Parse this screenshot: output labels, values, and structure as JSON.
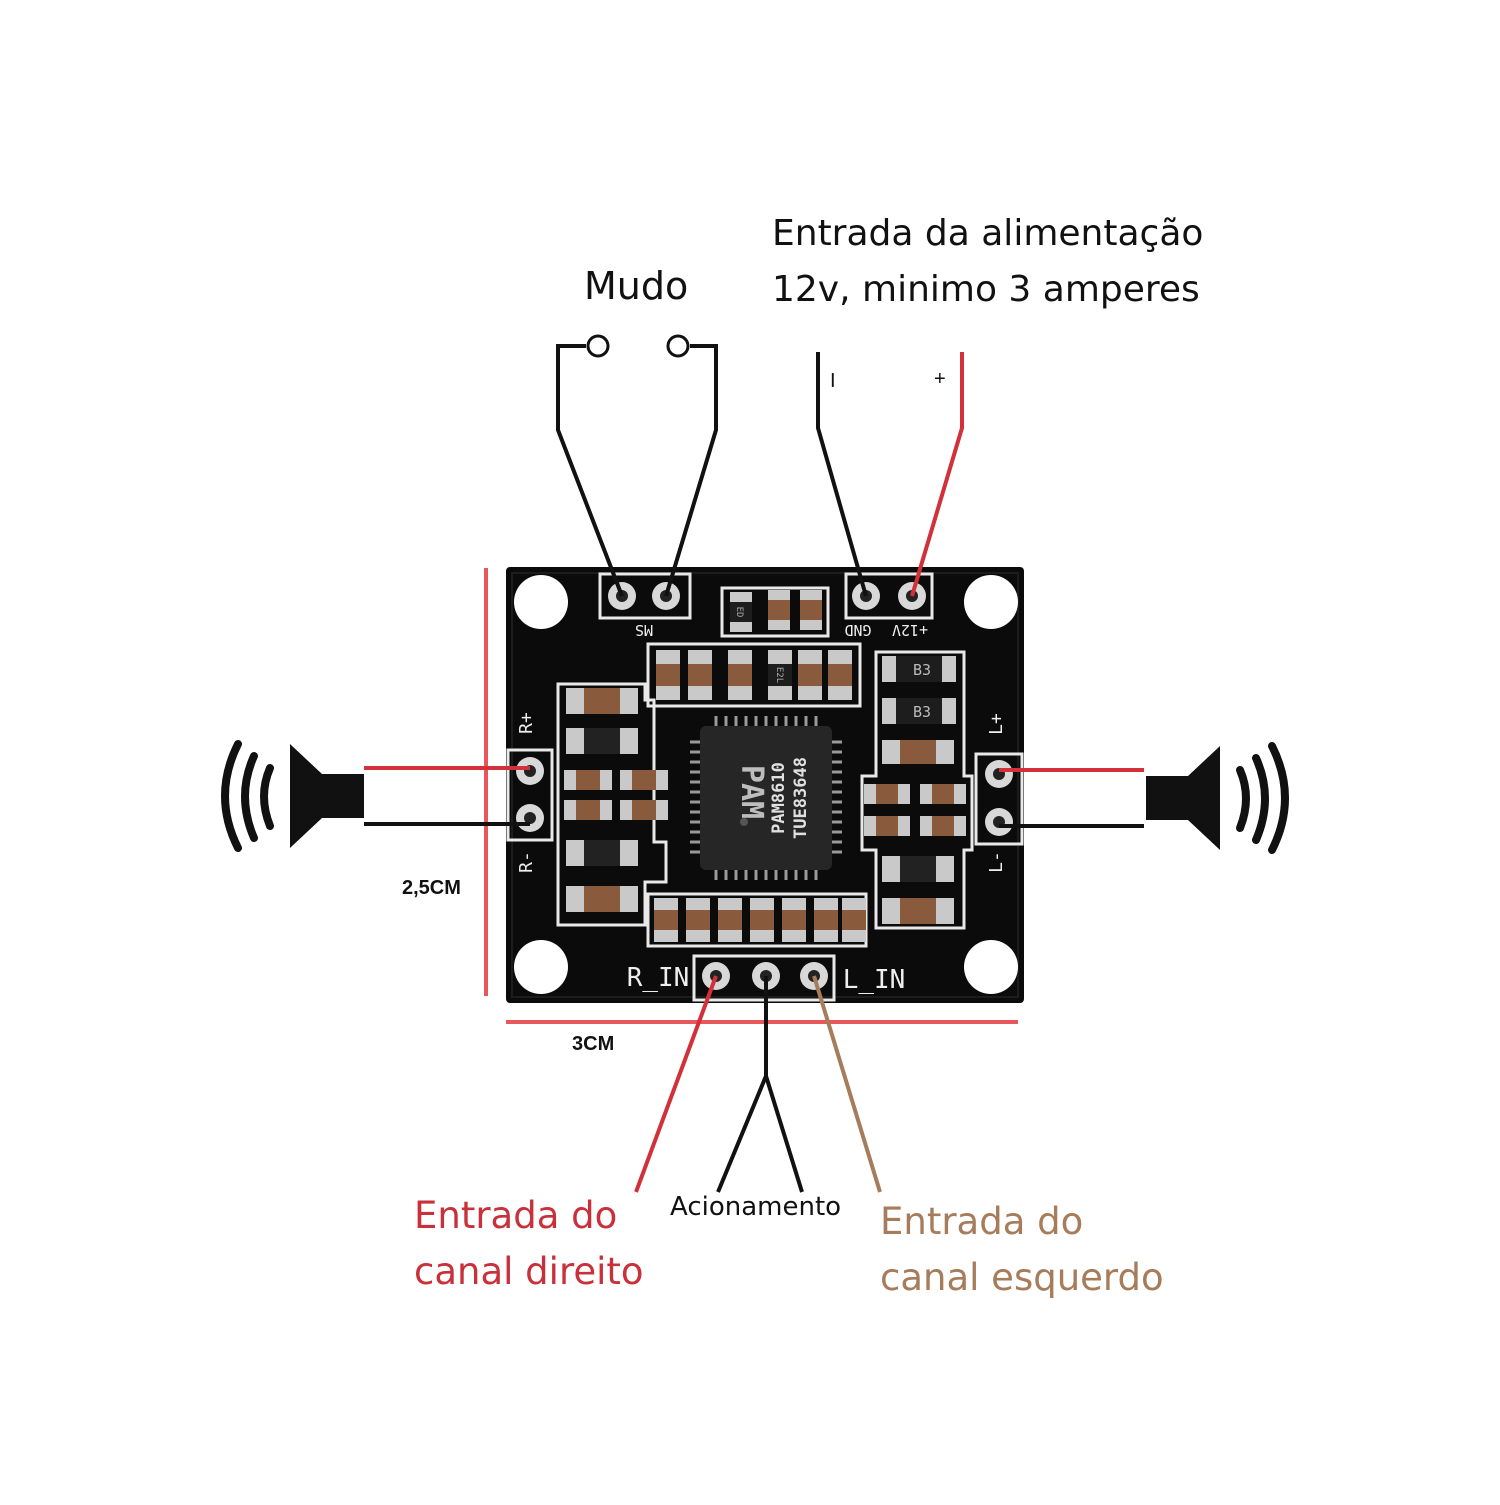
{
  "labels": {
    "mute": "Mudo",
    "power_line1": "Entrada da alimentação",
    "power_line2": "12v, minimo 3 amperes",
    "power_minus": "I",
    "power_plus": "+",
    "right_input_line1": "Entrada do",
    "right_input_line2": "canal direito",
    "left_input_line1": "Entrada do",
    "left_input_line2": "canal esquerdo",
    "enable": "Acionamento",
    "height_dim": "2,5CM",
    "width_dim": "3CM"
  },
  "board": {
    "pin_ms": "MS",
    "pin_gnd": "GND",
    "pin_12v": "+12V",
    "pin_r_plus": "R+",
    "pin_r_minus": "R-",
    "pin_l_plus": "L+",
    "pin_l_minus": "L-",
    "pin_r_in": "R_IN",
    "pin_l_in": "L_IN",
    "chip_logo": "PAM",
    "chip_line1": "PAM8610",
    "chip_line2": "TUE83648",
    "diode_mark": "B3",
    "smd_marks": [
      "ED",
      "E2L"
    ]
  },
  "colors": {
    "board": "#0d0d0d",
    "wire_black": "#111111",
    "wire_red": "#d2313a",
    "wire_brown": "#a67c5a",
    "dimension_line": "#e8585a",
    "pad": "#c9c9c9",
    "capacitor": "#8a5a3c"
  },
  "icons": [
    "speaker-left-icon",
    "speaker-right-icon"
  ]
}
